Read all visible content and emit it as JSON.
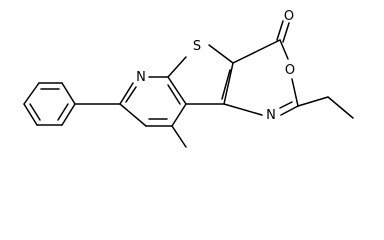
{
  "molecule": {
    "atom_labels": {
      "sulfur": "S",
      "carbonyl_oxygen": "O",
      "ring_oxygen": "O",
      "pyridine_nitrogen": "N",
      "oxazine_nitrogen": "N"
    }
  }
}
